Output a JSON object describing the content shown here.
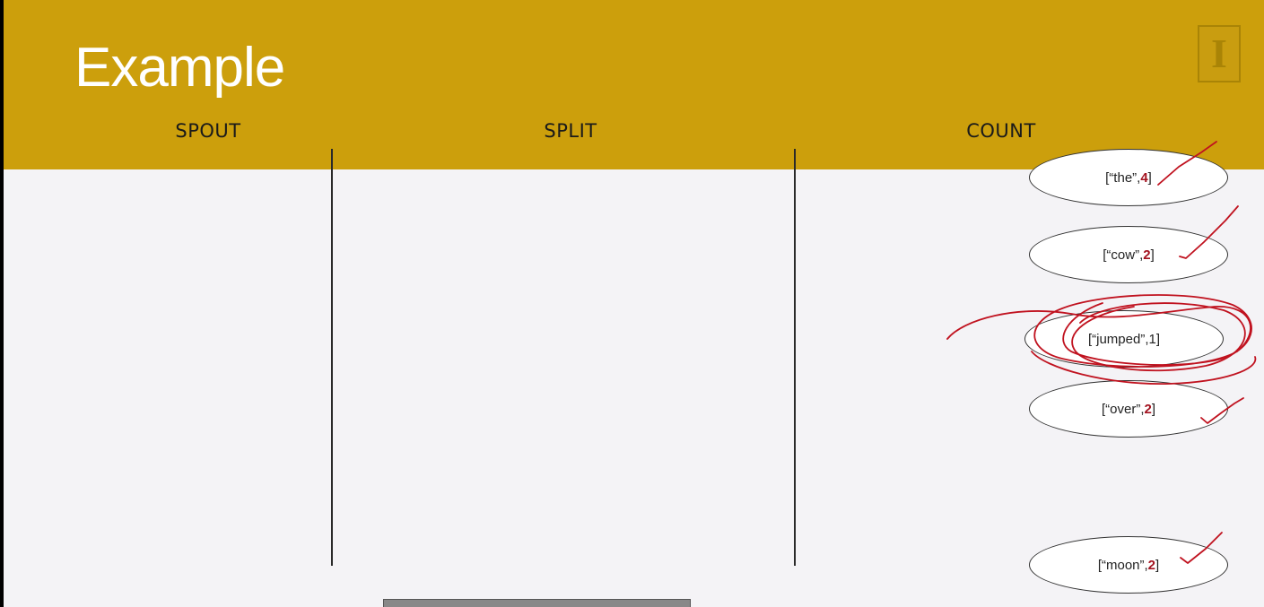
{
  "slide": {
    "title": "Example",
    "logo_glyph": "I"
  },
  "columns": {
    "spout": "SPOUT",
    "split": "SPLIT",
    "count": "COUNT"
  },
  "tuples": [
    {
      "open": "[“the”, ",
      "value": "4",
      "close": "]",
      "highlighted": true
    },
    {
      "open": "[“cow”, ",
      "value": "2",
      "close": "]",
      "highlighted": true
    },
    {
      "open": "[“jumped”, ",
      "value": "1",
      "close": "]",
      "highlighted": false
    },
    {
      "open": "[“over”, ",
      "value": "2",
      "close": "]",
      "highlighted": true
    },
    {
      "open": "[“moon”, ",
      "value": "2",
      "close": "]",
      "highlighted": true
    }
  ],
  "colors": {
    "header": "#cc9f0c",
    "background": "#f4f3f6",
    "ink": "#c0121f",
    "highlight": "#a3121f"
  },
  "icons": {
    "logo": "university-block-i-logo",
    "annotations": [
      "checkmark-icon",
      "circle-scribble-icon"
    ]
  }
}
